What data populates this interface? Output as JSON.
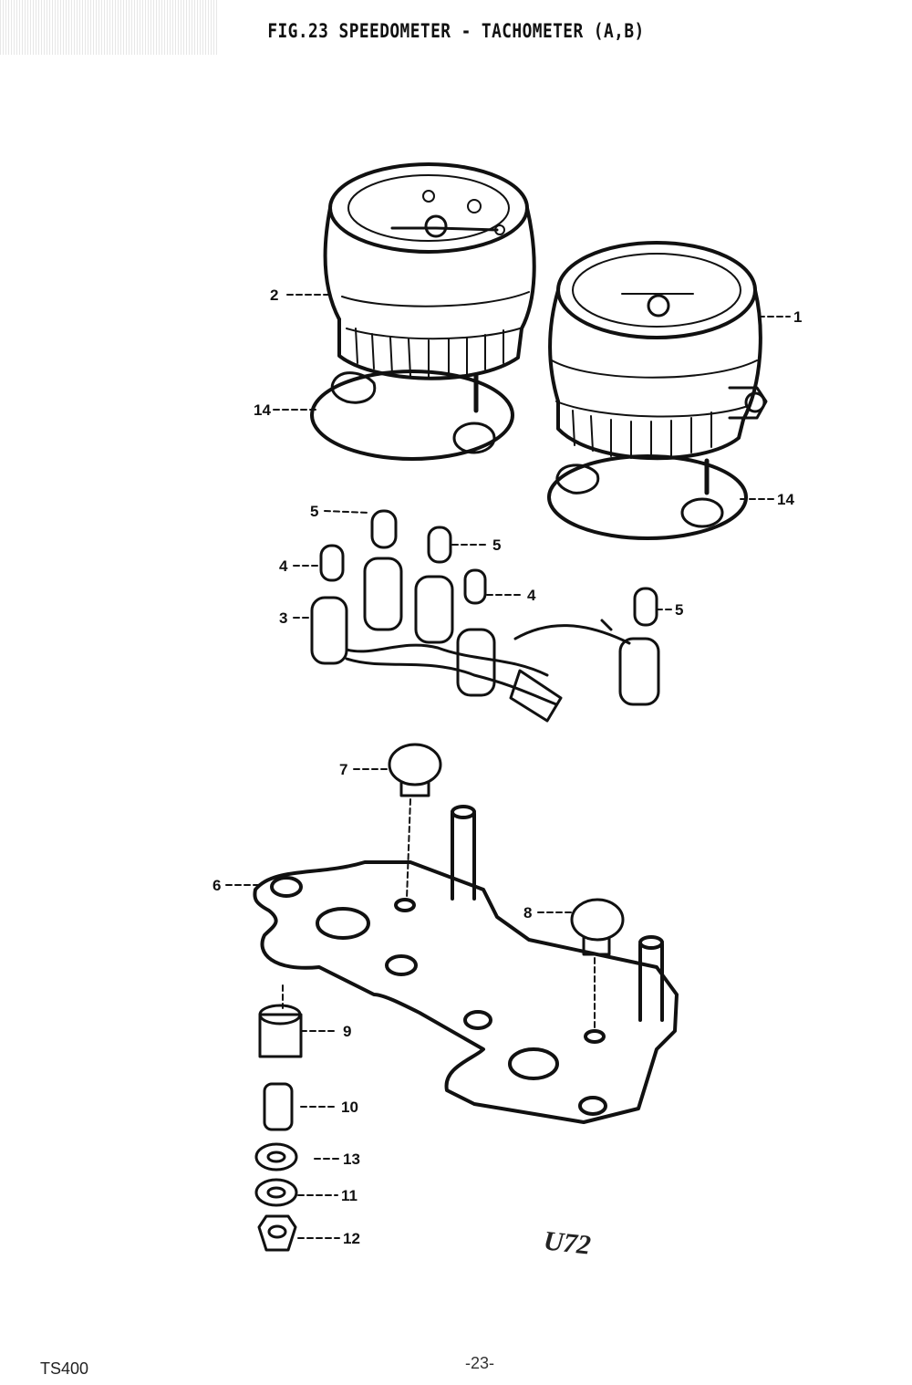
{
  "title": "FIG.23 SPEEDOMETER - TACHOMETER (A,B)",
  "callouts": {
    "c1": "1",
    "c2": "2",
    "c14a": "14",
    "c14b": "14",
    "c5a": "5",
    "c5b": "5",
    "c5c": "5",
    "c4a": "4",
    "c4b": "4",
    "c3": "3",
    "c7": "7",
    "c6": "6",
    "c8": "8",
    "c9": "9",
    "c10": "10",
    "c13": "13",
    "c11": "11",
    "c12": "12"
  },
  "drawing_code": "U72",
  "model": "TS400",
  "page_number": "-23-"
}
